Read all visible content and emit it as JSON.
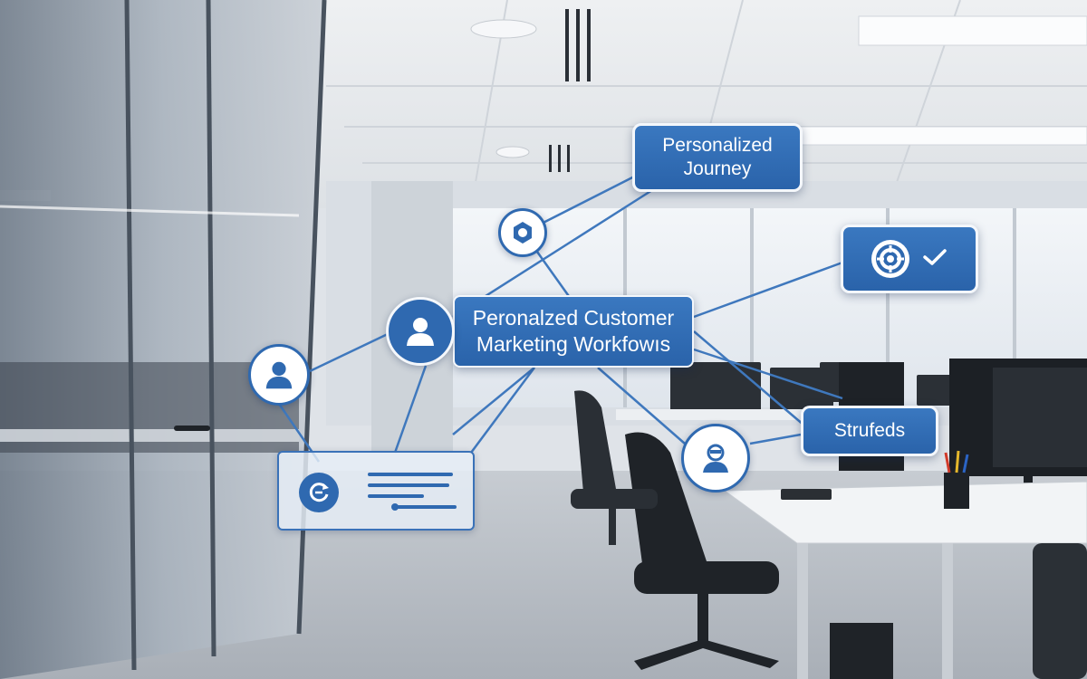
{
  "scene": {
    "description_free": true,
    "background": {
      "ceiling_color": "#e9ecef",
      "wall_color": "#d4d9df",
      "floor_color": "#b9bec5",
      "glass_color": "#9aa6b4",
      "window_color": "#eef2f6"
    },
    "accent_color": "#2f69b0",
    "line_color": "#3f78bd"
  },
  "overlay": {
    "main_title": "Peronalzed Customer Marketing Workfowıs",
    "journey_label": "Personalized Journey",
    "strufeds_label": "Strufeds",
    "check_card": {
      "icon_left": "target-icon",
      "icon_right": "check-icon"
    },
    "nodes": [
      {
        "id": "main",
        "icon": "user-icon"
      },
      {
        "id": "left",
        "icon": "user-icon"
      },
      {
        "id": "top",
        "icon": "gear-icon"
      },
      {
        "id": "bottom",
        "icon": "person-icon"
      }
    ],
    "left_card": {
      "icon": "refresh-icon"
    }
  }
}
